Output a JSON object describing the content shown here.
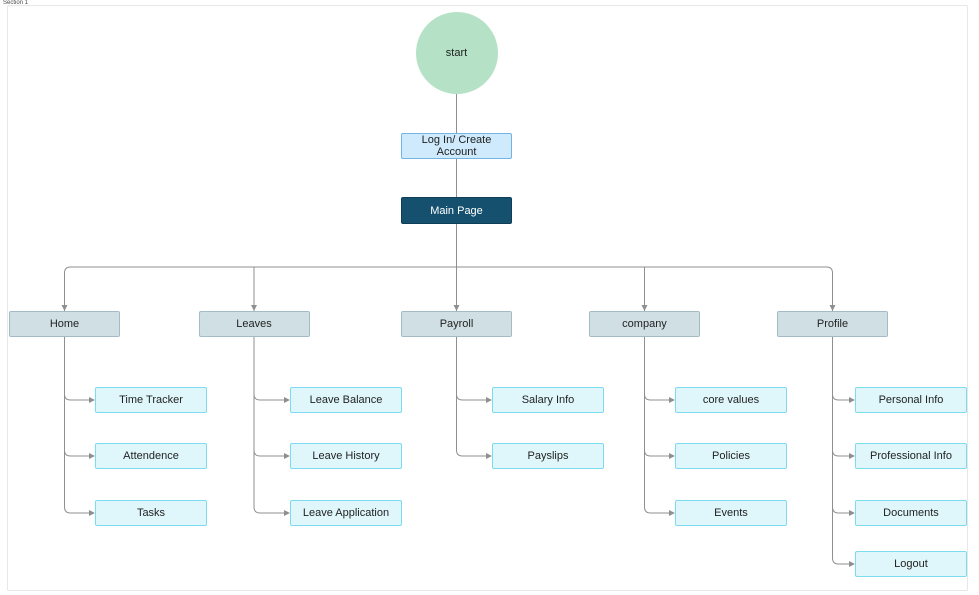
{
  "section_label": "Section 1",
  "flowchart": {
    "start": {
      "label": "start"
    },
    "login": {
      "label": "Log In/ Create Account"
    },
    "main": {
      "label": "Main Page"
    },
    "branches": [
      {
        "label": "Home",
        "children": [
          "Time Tracker",
          "Attendence",
          "Tasks"
        ]
      },
      {
        "label": "Leaves",
        "children": [
          "Leave Balance",
          "Leave History",
          "Leave Application"
        ]
      },
      {
        "label": "Payroll",
        "children": [
          "Salary Info",
          "Payslips"
        ]
      },
      {
        "label": "company",
        "children": [
          "core values",
          "Policies",
          "Events"
        ]
      },
      {
        "label": "Profile",
        "children": [
          "Personal Info",
          "Professional Info",
          "Documents",
          "Logout"
        ]
      }
    ]
  },
  "colors": {
    "start_fill": "#b5e2c6",
    "login_fill": "#cfeafc",
    "login_border": "#73b4e2",
    "main_fill": "#15516f",
    "main_border": "#0e3f57",
    "main_text": "#ffffff",
    "branch_fill": "#cfdfe4",
    "branch_border": "#a3bcc4",
    "leaf_fill": "#dff7fb",
    "leaf_border": "#7cdbee",
    "line": "#8f8f8f",
    "text": "#1f1f1f"
  }
}
